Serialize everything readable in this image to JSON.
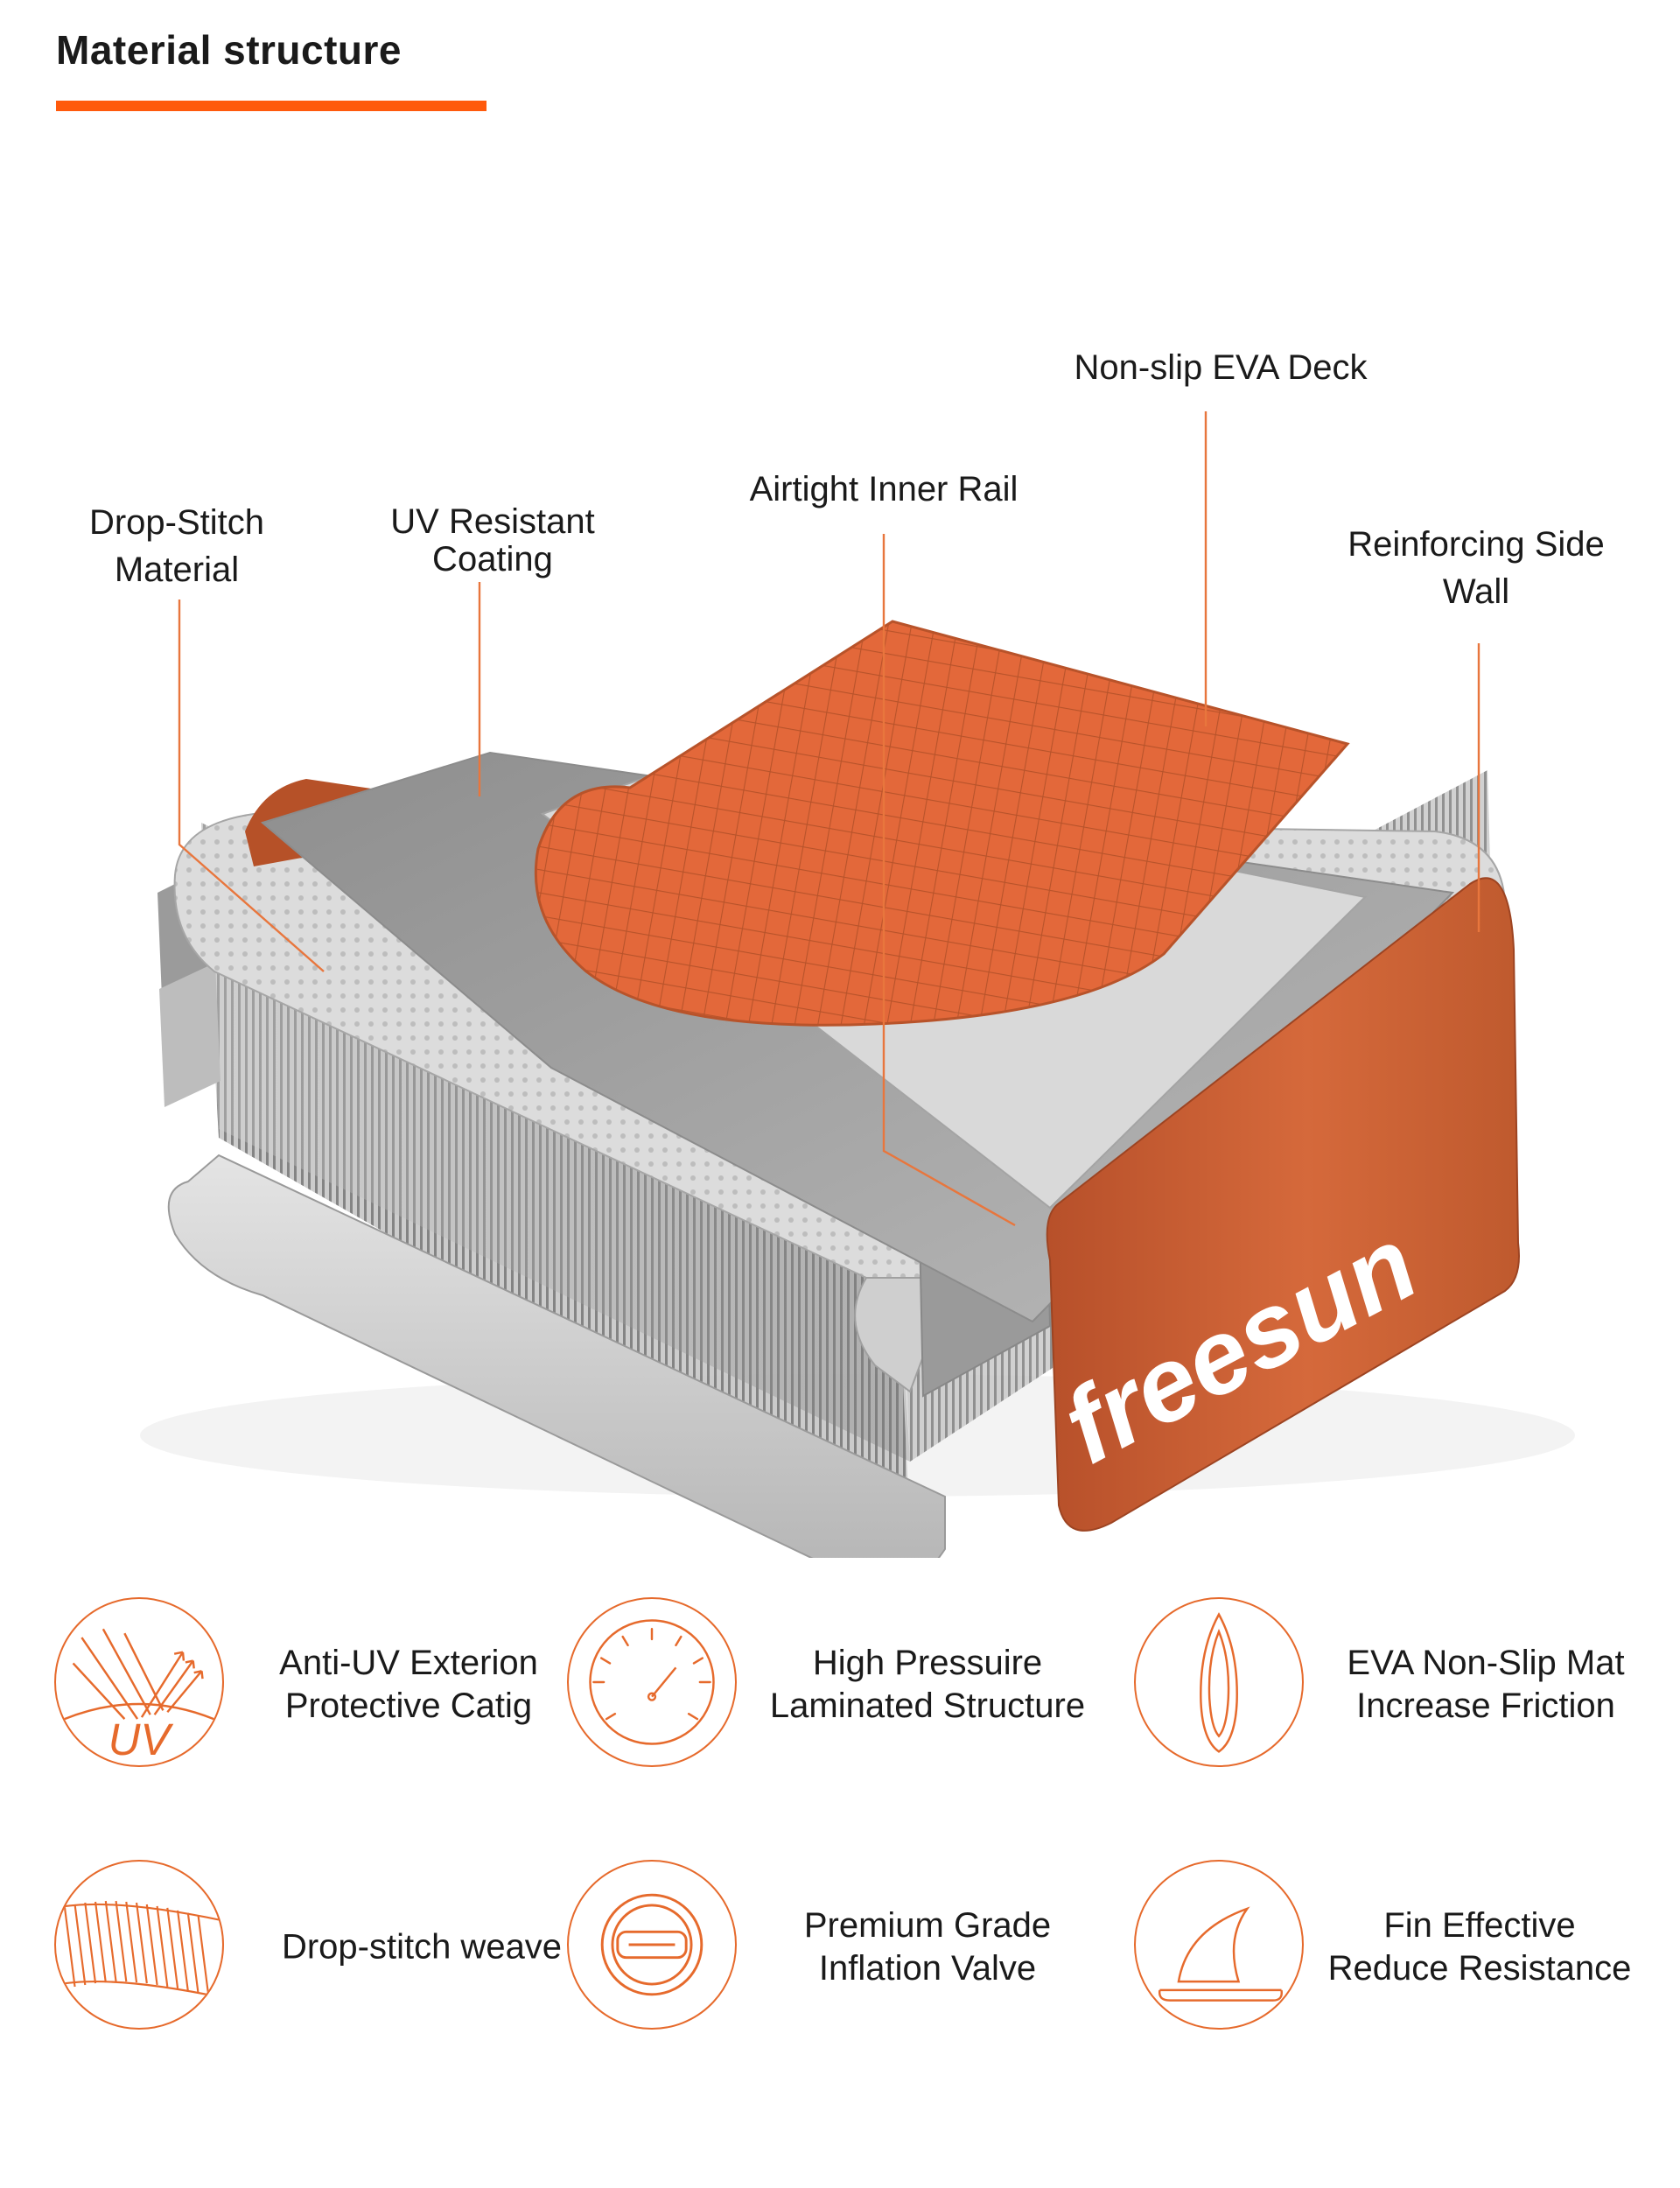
{
  "header": {
    "title": "Material structure",
    "accent_color": "#ff5a0c"
  },
  "diagram": {
    "brand_mark": "freesun",
    "callouts": [
      {
        "key": "drop_stitch",
        "lines": [
          "Drop-Stitch",
          "Material"
        ]
      },
      {
        "key": "uv_coating",
        "lines": [
          "UV Resistant",
          "Coating"
        ]
      },
      {
        "key": "inner_rail",
        "lines": [
          "Airtight Inner Rail"
        ]
      },
      {
        "key": "eva_deck",
        "lines": [
          "Non-slip EVA Deck"
        ]
      },
      {
        "key": "side_wall",
        "lines": [
          "Reinforcing Side",
          "Wall"
        ]
      }
    ],
    "colors": {
      "deck": "#e26a3a",
      "rail": "#c95a2c",
      "leader": "#e8763d",
      "metal": "#a8a8a8"
    }
  },
  "features": [
    {
      "icon": "uv-rays-icon",
      "icon_text": "UV",
      "lines": [
        "Anti-UV Exterion",
        "Protective Catig"
      ]
    },
    {
      "icon": "pressure-gauge-icon",
      "lines": [
        "High Pressuire",
        "Laminated Structure"
      ]
    },
    {
      "icon": "paddle-board-icon",
      "lines": [
        "EVA Non-Slip Mat",
        "Increase Friction"
      ]
    },
    {
      "icon": "drop-stitch-weave-icon",
      "lines": [
        "Drop-stitch weave"
      ]
    },
    {
      "icon": "inflation-valve-icon",
      "lines": [
        "Premium Grade",
        "Inflation Valve"
      ]
    },
    {
      "icon": "fin-icon",
      "lines": [
        "Fin Effective",
        "Reduce Resistance"
      ]
    }
  ],
  "icon_color": "#e66a2c"
}
